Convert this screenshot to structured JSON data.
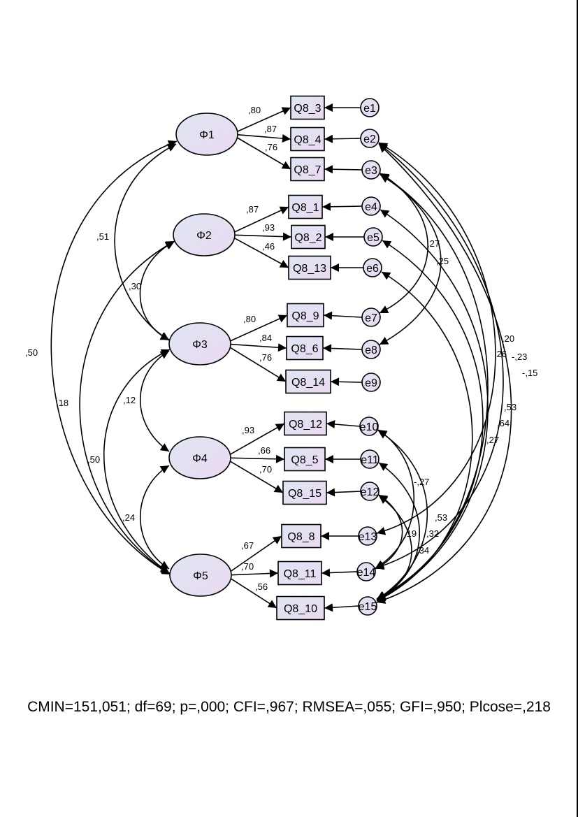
{
  "latents": [
    {
      "id": "F1",
      "label": "Φ1"
    },
    {
      "id": "F2",
      "label": "Φ2"
    },
    {
      "id": "F3",
      "label": "Φ3"
    },
    {
      "id": "F4",
      "label": "Φ4"
    },
    {
      "id": "F5",
      "label": "Φ5"
    }
  ],
  "indicators": [
    {
      "id": "Q8_3",
      "label": "Q8_3",
      "factor": "F1",
      "loading": ",80",
      "error": "e1"
    },
    {
      "id": "Q8_4",
      "label": "Q8_4",
      "factor": "F1",
      "loading": ",87",
      "error": "e2"
    },
    {
      "id": "Q8_7",
      "label": "Q8_7",
      "factor": "F1",
      "loading": ",76",
      "error": "e3"
    },
    {
      "id": "Q8_1",
      "label": "Q8_1",
      "factor": "F2",
      "loading": ",87",
      "error": "e4"
    },
    {
      "id": "Q8_2",
      "label": "Q8_2",
      "factor": "F2",
      "loading": ",93",
      "error": "e5"
    },
    {
      "id": "Q8_13",
      "label": "Q8_13",
      "factor": "F2",
      "loading": ",46",
      "error": "e6"
    },
    {
      "id": "Q8_9",
      "label": "Q8_9",
      "factor": "F3",
      "loading": ",80",
      "error": "e7"
    },
    {
      "id": "Q8_6",
      "label": "Q8_6",
      "factor": "F3",
      "loading": ",84",
      "error": "e8"
    },
    {
      "id": "Q8_14",
      "label": "Q8_14",
      "factor": "F3",
      "loading": ",76",
      "error": "e9"
    },
    {
      "id": "Q8_12",
      "label": "Q8_12",
      "factor": "F4",
      "loading": ",93",
      "error": "e10"
    },
    {
      "id": "Q8_5",
      "label": "Q8_5",
      "factor": "F4",
      "loading": ",66",
      "error": "e11"
    },
    {
      "id": "Q8_15",
      "label": "Q8_15",
      "factor": "F4",
      "loading": ",70",
      "error": "e12"
    },
    {
      "id": "Q8_8",
      "label": "Q8_8",
      "factor": "F5",
      "loading": ",67",
      "error": "e13"
    },
    {
      "id": "Q8_11",
      "label": "Q8_11",
      "factor": "F5",
      "loading": ",70",
      "error": "e14"
    },
    {
      "id": "Q8_10",
      "label": "Q8_10",
      "factor": "F5",
      "loading": ",56",
      "error": "e15"
    }
  ],
  "factor_covariances": [
    {
      "from": "F1",
      "to": "F3",
      "value": ",51"
    },
    {
      "from": "F2",
      "to": "F3",
      "value": ",30"
    },
    {
      "from": "F3",
      "to": "F4",
      "value": ",12"
    },
    {
      "from": "F4",
      "to": "F5",
      "value": ",24"
    },
    {
      "from": "F3",
      "to": "F5",
      "value": ",50"
    },
    {
      "from": "F2",
      "to": "F5",
      "value": ",18"
    },
    {
      "from": "F1",
      "to": "F5",
      "value": ",50"
    }
  ],
  "error_covariances": [
    {
      "from": "e3",
      "to": "e7",
      "value": ",27"
    },
    {
      "from": "e3",
      "to": "e8",
      "value": ",25"
    },
    {
      "from": "e2",
      "to": "e13",
      "value": ",20"
    },
    {
      "from": "e2",
      "to": "e14",
      "value": "-,23"
    },
    {
      "from": "e2",
      "to": "e15",
      "value": "-,15"
    },
    {
      "from": "e3",
      "to": "e15",
      "value": ",26"
    },
    {
      "from": "e4",
      "to": "e15",
      "value": ",53"
    },
    {
      "from": "e5",
      "to": "e15",
      "value": ",64"
    },
    {
      "from": "e6",
      "to": "e15",
      "value": ",27"
    },
    {
      "from": "e10",
      "to": "e14",
      "value": "-,27"
    },
    {
      "from": "e10",
      "to": "e15",
      "value": ",53"
    },
    {
      "from": "e11",
      "to": "e15",
      "value": ",32"
    },
    {
      "from": "e12",
      "to": "e14",
      "value": ",19"
    },
    {
      "from": "e12",
      "to": "e15",
      "value": ",34"
    }
  ],
  "fit_indices": "CMIN=151,051; df=69; p=,000; CFI=,967; RMSEA=,055; GFI=,950; Plcose=,218",
  "colors": {
    "node_fill_start": "#dfe6f3",
    "node_fill_end": "#ead9f1",
    "stroke": "#000000"
  }
}
